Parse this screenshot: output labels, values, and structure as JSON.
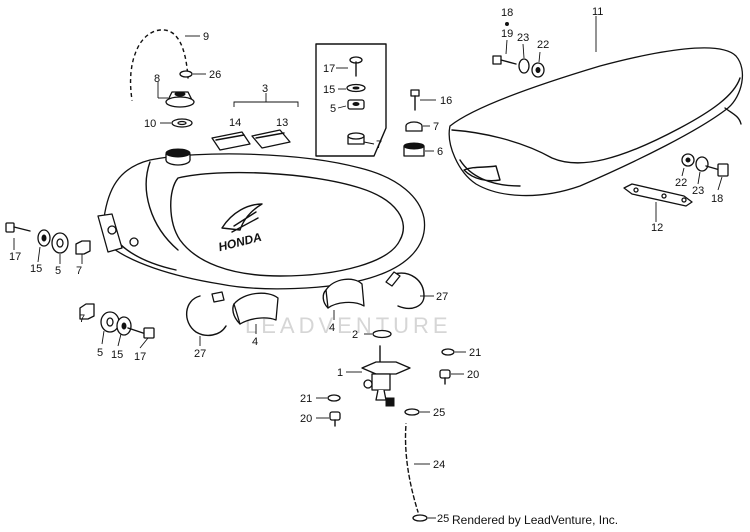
{
  "watermark": "LEADVENTURE",
  "credit": "Rendered by LeadVenture, Inc.",
  "tank_brand": "HONDA",
  "callouts": {
    "c9": "9",
    "c26": "26",
    "c8": "8",
    "c10": "10",
    "c3": "3",
    "c14": "14",
    "c13": "13",
    "c17a": "17",
    "c15a": "15",
    "c5a": "5",
    "c7a": "7",
    "c16": "16",
    "c7b": "7",
    "c6": "6",
    "c18a": "18",
    "c19": "19",
    "c23a": "23",
    "c22a": "22",
    "c11": "11",
    "c17b": "17",
    "c15b": "15",
    "c5b": "5",
    "c7c": "7",
    "c7d": "7",
    "c5c": "5",
    "c15c": "15",
    "c17c": "17",
    "c22b": "22",
    "c23b": "23",
    "c18b": "18",
    "c12": "12",
    "c27a": "27",
    "c4a": "4",
    "c4b": "4",
    "c27b": "27",
    "c2": "2",
    "c1": "1",
    "c21a": "21",
    "c20a": "20",
    "c21b": "21",
    "c20b": "20",
    "c25a": "25",
    "c24": "24",
    "c25b": "25"
  }
}
